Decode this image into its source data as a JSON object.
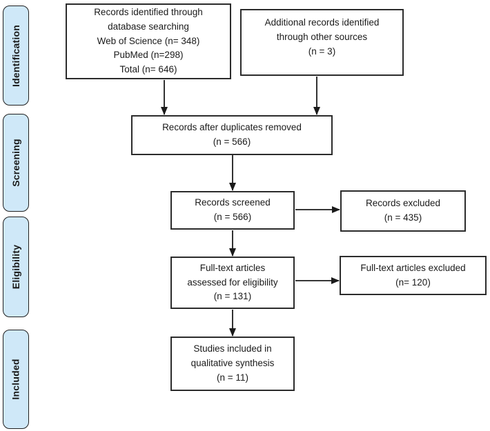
{
  "colors": {
    "stage_fill": "#cfe8f8",
    "line": "#1f1f1f"
  },
  "stages": [
    {
      "label": "Identification"
    },
    {
      "label": "Screening"
    },
    {
      "label": "Eligibility"
    },
    {
      "label": "Included"
    }
  ],
  "boxes": {
    "database_search": {
      "lines": [
        "Records identified through",
        "database searching",
        "Web of Science (n= 348)",
        "PubMed (n=298)",
        "Total (n= 646)"
      ]
    },
    "other_sources": {
      "lines": [
        "Additional records identified",
        "through other sources",
        "(n = 3)"
      ]
    },
    "duplicates_removed": {
      "lines": [
        "Records after duplicates removed",
        "(n = 566)"
      ]
    },
    "records_screened": {
      "lines": [
        "Records screened",
        "(n = 566)"
      ]
    },
    "records_excluded": {
      "lines": [
        "Records excluded",
        "(n = 435)"
      ]
    },
    "fulltext_assessed": {
      "lines": [
        "Full-text articles",
        "assessed for eligibility",
        "(n = 131)"
      ]
    },
    "fulltext_excluded": {
      "lines": [
        "Full-text articles excluded",
        "(n= 120)"
      ]
    },
    "studies_included": {
      "lines": [
        "Studies included in",
        "qualitative synthesis",
        "(n = 11)"
      ]
    }
  }
}
